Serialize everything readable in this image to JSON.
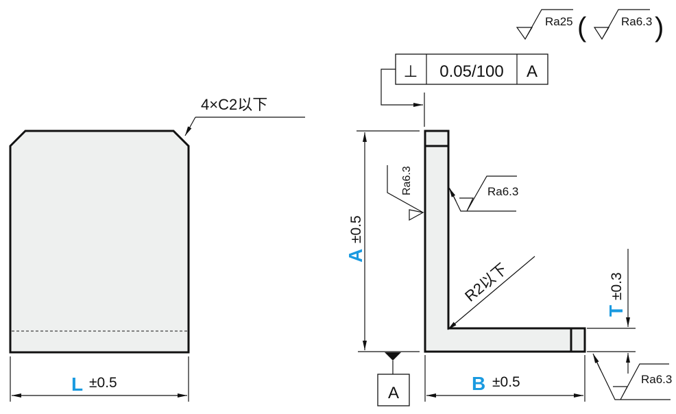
{
  "plate": {
    "chamfer_note": "4×C2以下",
    "dim_letter": "L",
    "dim_tol": "±0.5"
  },
  "bracket": {
    "roughness_main": "Ra25",
    "roughness_alt": "Ra6.3",
    "tolerance_frame": {
      "symbol": "⊥",
      "value": "0.05/100",
      "datum": "A"
    },
    "dim_a_letter": "A",
    "dim_a_tol": "±0.5",
    "dim_b_letter": "B",
    "dim_b_tol": "±0.5",
    "dim_t_letter": "T",
    "dim_t_tol": "±0.3",
    "radius_note": "R2以下",
    "datum_label": "A",
    "roughness_outer": "Ra6.3",
    "roughness_inner": "Ra6.3",
    "roughness_bottom": "Ra6.3"
  },
  "colors": {
    "accent": "#1a9ae0",
    "fill": "#eef0ef"
  }
}
